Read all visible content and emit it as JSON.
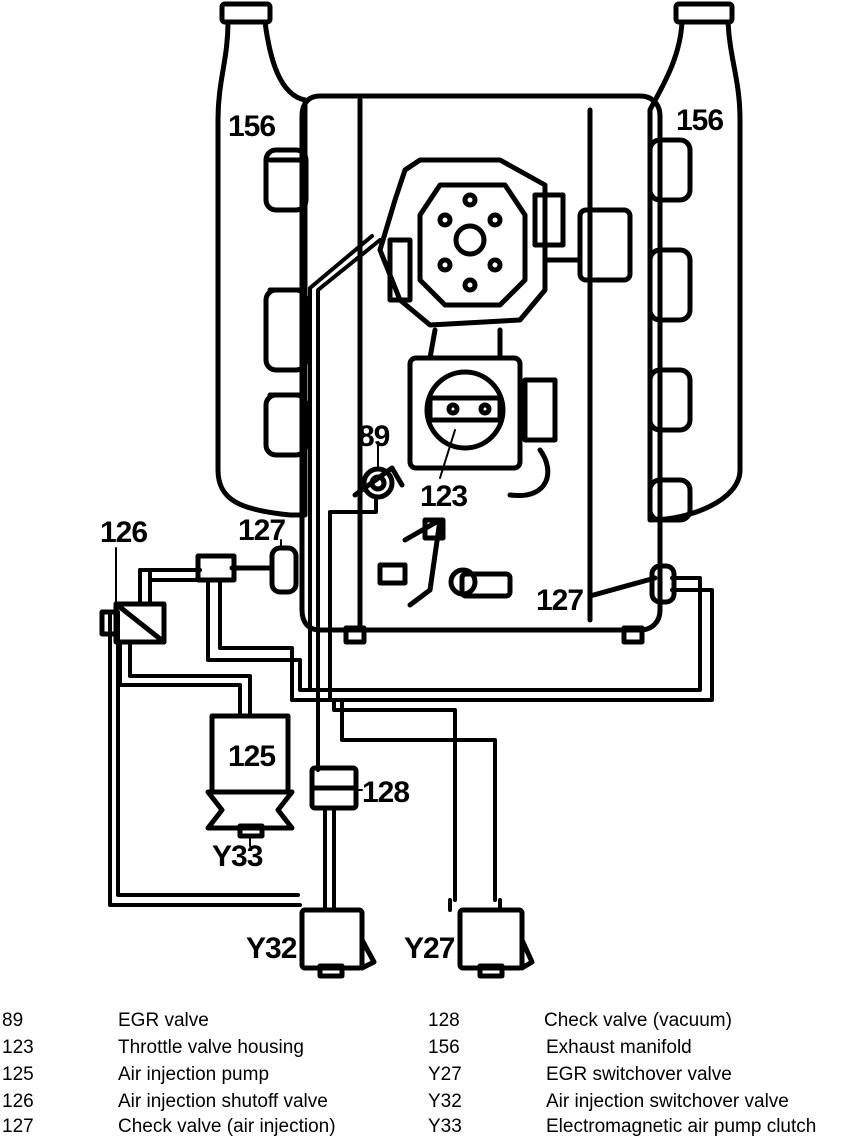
{
  "callouts": {
    "c156_left": "156",
    "c156_right": "156",
    "c89": "89",
    "c123": "123",
    "c126": "126",
    "c127_left": "127",
    "c127_right": "127",
    "c125": "125",
    "c128": "128",
    "cY33": "Y33",
    "cY32": "Y32",
    "cY27": "Y27"
  },
  "legend": {
    "left": [
      {
        "num": "89",
        "text": "EGR valve"
      },
      {
        "num": "123",
        "text": "Throttle valve housing"
      },
      {
        "num": "125",
        "text": "Air injection pump"
      },
      {
        "num": "126",
        "text": "Air injection shutoff valve"
      },
      {
        "num": "127",
        "text": "Check valve (air injection)"
      }
    ],
    "right": [
      {
        "num": "128",
        "text": "Check valve (vacuum)"
      },
      {
        "num": "156",
        "text": "Exhaust manifold"
      },
      {
        "num": "Y27",
        "text": "EGR switchover valve"
      },
      {
        "num": "Y32",
        "text": "Air injection switchover valve"
      },
      {
        "num": "Y33",
        "text": "Electromagnetic air pump clutch"
      }
    ]
  }
}
